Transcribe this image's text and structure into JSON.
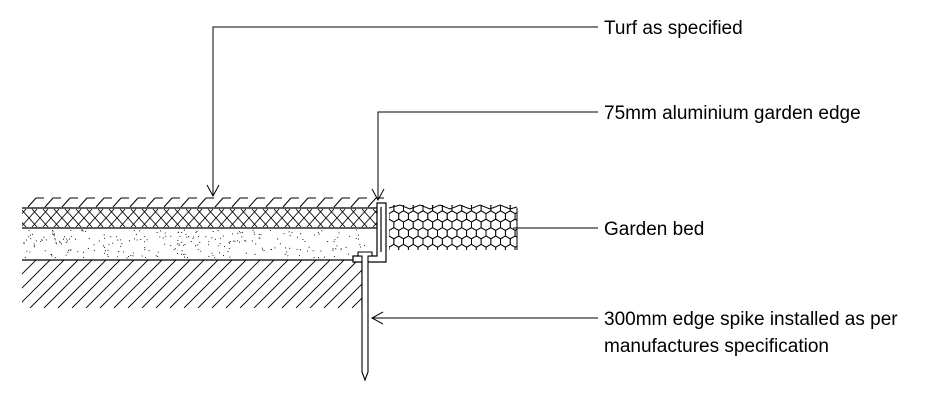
{
  "labels": {
    "turf": "Turf as specified",
    "garden_edge": "75mm aluminium garden edge",
    "garden_bed": "Garden bed",
    "edge_spike_line1": "300mm edge spike installed as per",
    "edge_spike_line2": "manufactures specification"
  },
  "colors": {
    "line": "#000000",
    "background": "#ffffff"
  }
}
